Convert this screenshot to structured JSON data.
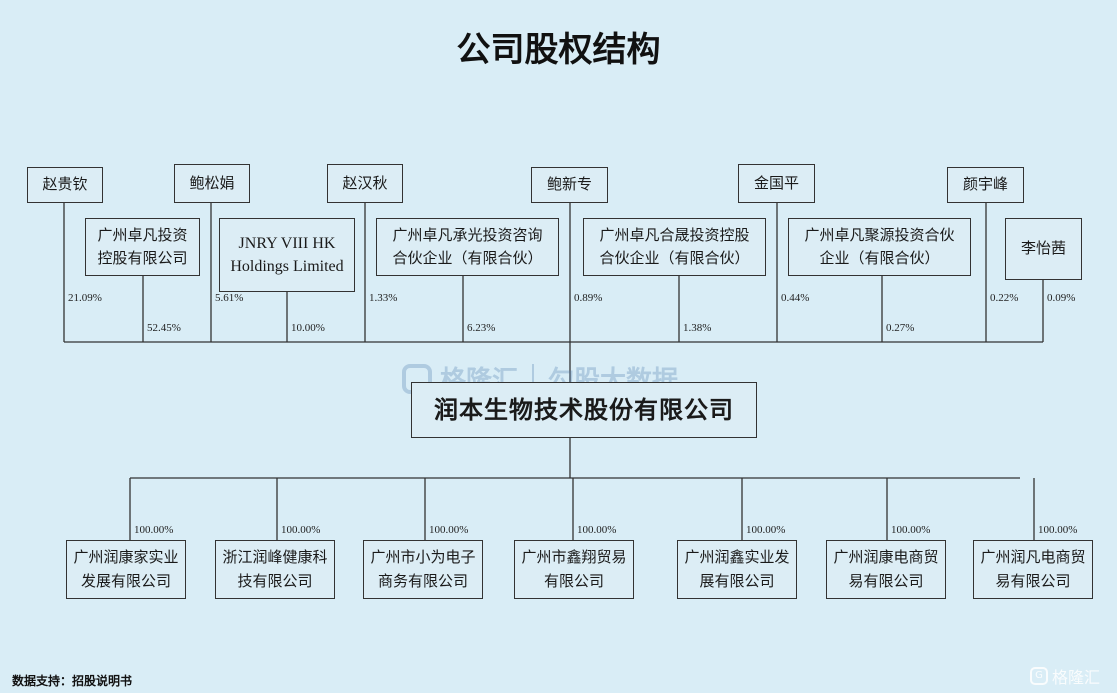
{
  "title": "公司股权结构",
  "main_company": "润本生物技术股份有限公司",
  "top_people": [
    {
      "name": "赵贵钦",
      "pct": "21.09%"
    },
    {
      "name": "鲍松娟",
      "pct": "5.61%"
    },
    {
      "name": "赵汉秋",
      "pct": "1.33%"
    },
    {
      "name": "鲍新专",
      "pct": "0.89%"
    },
    {
      "name": "金国平",
      "pct": "0.44%"
    },
    {
      "name": "颜宇峰",
      "pct": "0.22%"
    }
  ],
  "entities": [
    {
      "name": "广州卓凡投资\n控股有限公司",
      "pct": "52.45%"
    },
    {
      "name": "JNRY VIII HK\nHoldings Limited",
      "pct": "10.00%"
    },
    {
      "name": "广州卓凡承光投资咨询\n合伙企业（有限合伙）",
      "pct": "6.23%"
    },
    {
      "name": "广州卓凡合晟投资控股\n合伙企业（有限合伙）",
      "pct": "1.38%"
    },
    {
      "name": "广州卓凡聚源投资合伙\n企业（有限合伙）",
      "pct": "0.27%"
    },
    {
      "name": "李怡茜",
      "pct": "0.09%"
    }
  ],
  "subsidiaries": [
    {
      "name": "广州润康家实业\n发展有限公司",
      "pct": "100.00%"
    },
    {
      "name": "浙江润峰健康科\n技有限公司",
      "pct": "100.00%"
    },
    {
      "name": "广州市小为电子\n商务有限公司",
      "pct": "100.00%"
    },
    {
      "name": "广州市鑫翔贸易\n有限公司",
      "pct": "100.00%"
    },
    {
      "name": "广州润鑫实业发\n展有限公司",
      "pct": "100.00%"
    },
    {
      "name": "广州润康电商贸\n易有限公司",
      "pct": "100.00%"
    },
    {
      "name": "广州润凡电商贸\n易有限公司",
      "pct": "100.00%"
    }
  ],
  "watermark": {
    "brand": "格隆汇",
    "text": "勾股大数据"
  },
  "footer": "数据支持：招股说明书",
  "corner_logo": "格隆汇"
}
